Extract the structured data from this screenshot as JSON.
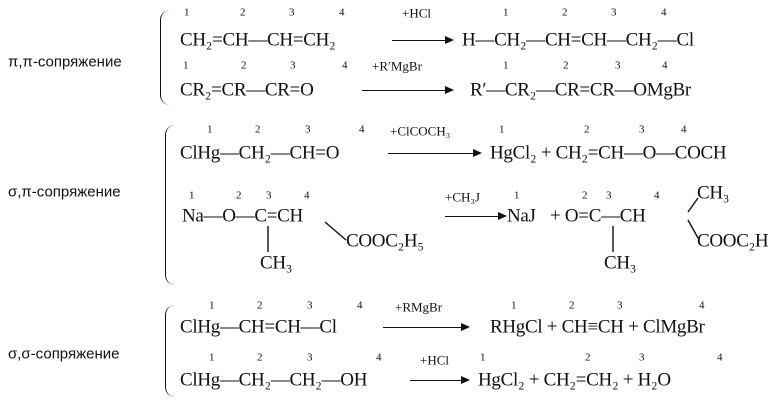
{
  "blocks": [
    {
      "label": "π,π-сопряжение",
      "reactions": [
        {
          "numbers": [
            "1",
            "2",
            "3",
            "4"
          ],
          "reactant": "CH₂=CH—CH=CH₂",
          "reagent": "+HCl",
          "product_numbers": [
            "1",
            "2",
            "3",
            "4"
          ],
          "product": "H—CH₂—CH=CH—CH₂—Cl"
        },
        {
          "numbers": [
            "1",
            "2",
            "3",
            "4"
          ],
          "reactant": "CR₂=CR—CR=O",
          "reagent": "+R′MgBr",
          "product_numbers": [
            "1",
            "2",
            "3",
            "4"
          ],
          "product": "R′—CR₂—CR=CR—OMgBr"
        }
      ]
    },
    {
      "label": "σ,π-сопряжение",
      "reactions": [
        {
          "numbers": [
            "1",
            "2",
            "3",
            "4"
          ],
          "reactant": "ClHg—CH₂—CH=O",
          "reagent": "+ClCOCH₃",
          "product_numbers": [
            "1",
            "2",
            "3",
            "4"
          ],
          "product": "HgCl₂ + CH₂=CH—O—COCH"
        },
        {
          "numbers": [
            "1",
            "2",
            "3",
            "4"
          ],
          "reactant": "Na—O—C=CH",
          "reactant_branch": "COOC₂H₅",
          "reactant_sub": "CH₃",
          "reagent": "+CH₃J",
          "product_numbers": [
            "1",
            "2",
            "3",
            "4"
          ],
          "product_a": "NaJ",
          "product_b": "+ O=C—CH",
          "product_branch_top": "CH₃",
          "product_branch": "COOC₂H",
          "product_sub": "CH₃"
        }
      ]
    },
    {
      "label": "σ,σ-сопряжение",
      "reactions": [
        {
          "numbers": [
            "1",
            "2",
            "3",
            "4"
          ],
          "reactant": "ClHg—CH=CH—Cl",
          "reagent": "+RMgBr",
          "product_numbers": [
            "1",
            "2",
            "3",
            "4"
          ],
          "product": "RHgCl + CH≡CH + ClMgBr"
        },
        {
          "numbers": [
            "1",
            "2",
            "3",
            "4"
          ],
          "reactant": "ClHg—CH₂—CH₂—OH",
          "reagent": "+HCl",
          "product_numbers": [
            "1",
            "2",
            "3",
            "4"
          ],
          "product": "HgCl₂ + CH₂=CH₂ + H₂O"
        }
      ]
    }
  ]
}
